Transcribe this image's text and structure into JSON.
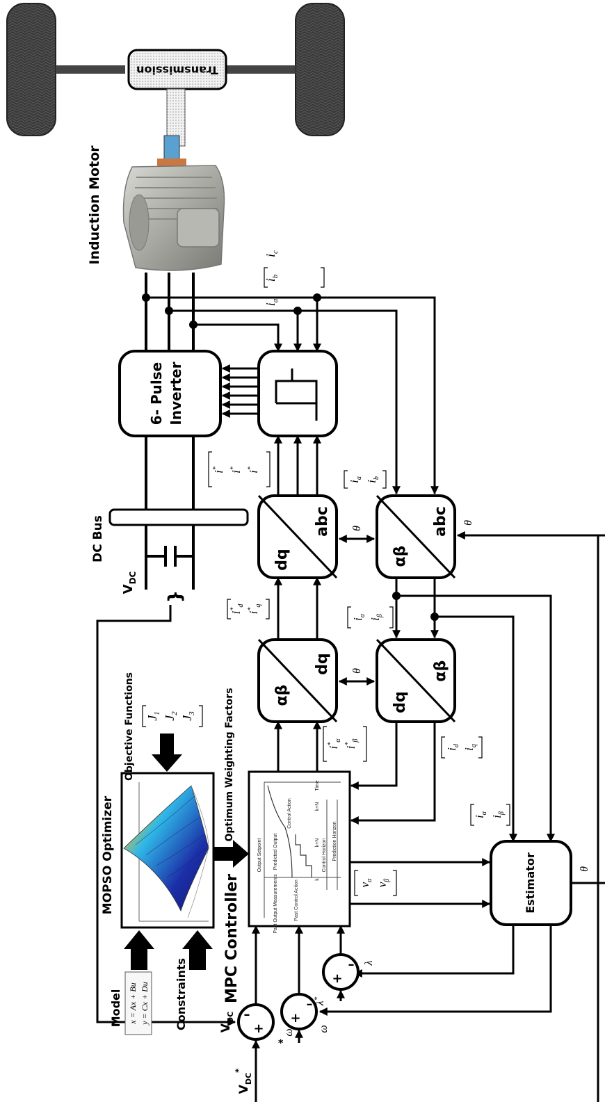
{
  "labels": {
    "transmission": "Transmission",
    "induction_motor": "Induction Motor",
    "inverter_line1": "6- Pulse",
    "inverter_line2": "Inverter",
    "dc_bus": "DC Bus",
    "vdc": "V",
    "vdc_sub": "DC",
    "mopso": "MOPSO Optimizer",
    "objective_functions": "Objective Functions",
    "optimum_weighting": "Optimum Weighting Factors",
    "mpc_controller": "MPC Controller",
    "model": "Model",
    "constraints": "Constraints",
    "estimator": "Estimator",
    "dq": "dq",
    "abc": "abc",
    "alpha_beta": "αβ",
    "theta": "θ",
    "omega": "ω",
    "lambda": "λ",
    "star": "*",
    "plus": "+",
    "minus": "–"
  },
  "signals": {
    "iabc": [
      "i",
      "i",
      "i"
    ],
    "iabc_sub": [
      "a",
      "b",
      "c"
    ],
    "iab": [
      "i",
      "i"
    ],
    "iab_sub": [
      "a",
      "b"
    ],
    "iref_abc": [
      "i",
      "i",
      "i"
    ],
    "iref_abc_sub": [
      "a",
      "b",
      "c"
    ],
    "idq_ref": [
      "i",
      "i"
    ],
    "idq_ref_sub": [
      "d",
      "q"
    ],
    "ialpha_beta": [
      "i",
      "i"
    ],
    "ialpha_beta_sub": [
      "α",
      "β"
    ],
    "iab_ref": [
      "i",
      "i"
    ],
    "iab_ref_sub": [
      "α",
      "β"
    ],
    "idq": [
      "i",
      "i"
    ],
    "idq_sub": [
      "d",
      "q"
    ],
    "ialpha_beta_est": [
      "i",
      "i"
    ],
    "ialpha_beta_est_sub": [
      "α",
      "β"
    ],
    "v_ab": [
      "v",
      "v"
    ],
    "v_ab_sub": [
      "α",
      "β"
    ],
    "J": [
      "J",
      "J",
      "J"
    ],
    "J_sub": [
      "1",
      "2",
      "3"
    ]
  },
  "equations": {
    "state": "x",
    "state_rhs": " = Ax  + Bu",
    "output": "y",
    "output_rhs": " = Cx  + Du"
  },
  "mpc_plot": {
    "past_output": "Past Output Measurements",
    "past_control": "Past Control Action",
    "output_setpoint": "Output Setpoint",
    "predicted_output": "Predicted Output",
    "control_action": "Control Action",
    "control_horizon": "Control Horizon",
    "prediction_horizon": "Prediction Horizon",
    "time": "Time",
    "k": "k",
    "k_nc": "k+N",
    "k_np": "k+N"
  },
  "colors": {
    "surface_low": "#1c2fa8",
    "surface_mid": "#2fb8e8",
    "surface_high": "#f0c020",
    "surface_peak": "#d02010"
  }
}
